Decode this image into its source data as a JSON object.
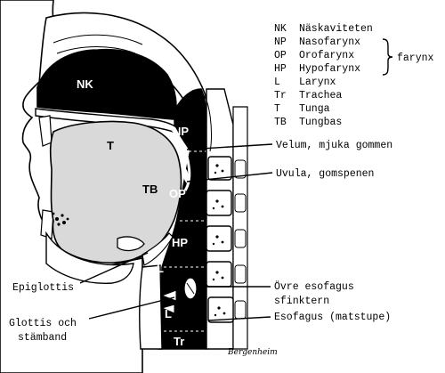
{
  "legend": [
    {
      "abbr": "NK",
      "text": "Näskaviteten"
    },
    {
      "abbr": "NP",
      "text": "Nasofarynx"
    },
    {
      "abbr": "OP",
      "text": "Orofarynx"
    },
    {
      "abbr": "HP",
      "text": "Hypofarynx"
    },
    {
      "abbr": "L",
      "text": "Larynx"
    },
    {
      "abbr": "Tr",
      "text": "Trachea"
    },
    {
      "abbr": "T",
      "text": "Tunga"
    },
    {
      "abbr": "TB",
      "text": "Tungbas"
    }
  ],
  "legend_group_label": "farynx",
  "regions": {
    "nk": "NK",
    "np": "NP",
    "t": "T",
    "tb": "TB",
    "op": "OP",
    "hp": "HP",
    "l_upper": "L",
    "l_lower": "L",
    "tr": "Tr"
  },
  "callouts": {
    "velum": "Velum, mjuka gommen",
    "uvula": "Uvula, gomspenen",
    "epiglottis": "Epiglottis",
    "glottis_line1": "Glottis och",
    "glottis_line2": "stämband",
    "ovre_line1": "Övre esofagus",
    "ovre_line2": "sfinktern",
    "esofagus": "Esofagus (matstupe)"
  },
  "signature": "Bergenheim",
  "colors": {
    "ink": "#000000",
    "tissue": "#d9d9d9",
    "paper": "#ffffff"
  }
}
